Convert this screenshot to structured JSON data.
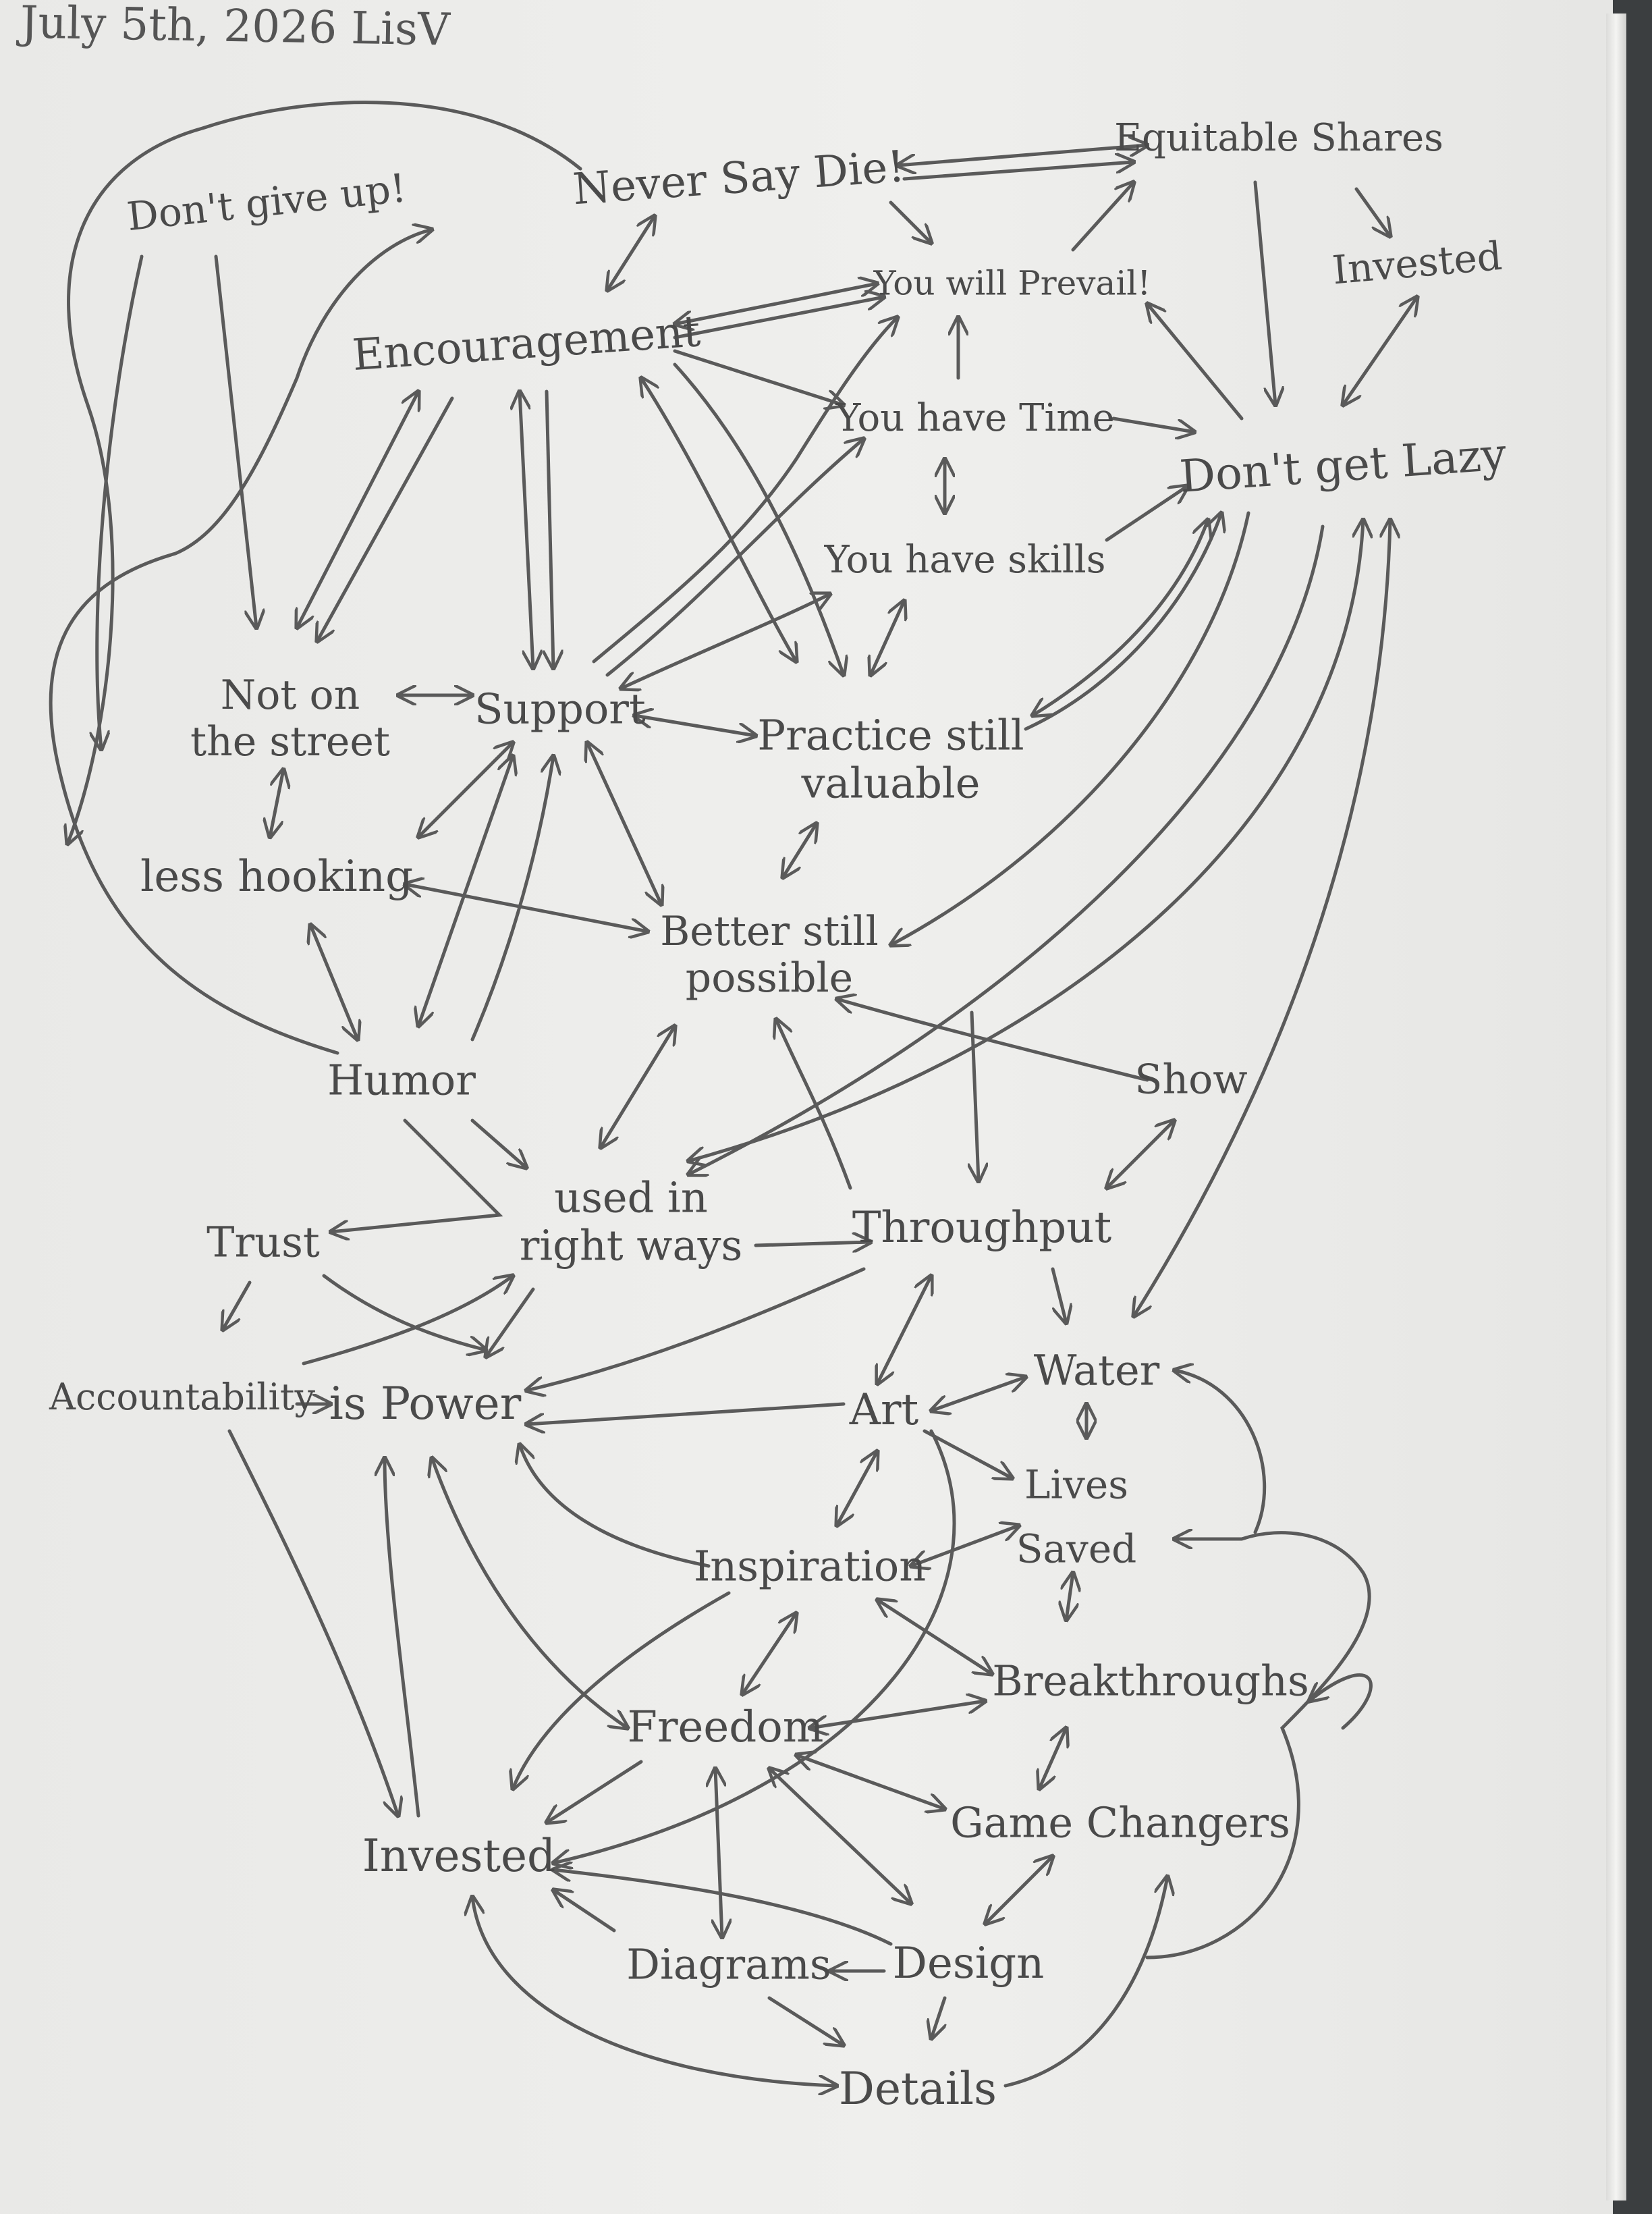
{
  "header": {
    "date": "July 5th, 2026 LisV"
  },
  "nodes": {
    "dont_give_up": "Don't give up!",
    "never_say_die": "Never Say Die!",
    "equitable_shares": "Equitable Shares",
    "invested_top": "Invested",
    "you_will_prevail": "You will Prevail!",
    "encouragement": "Encouragement",
    "you_have_time": "You have Time",
    "dont_get_lazy": "Don't get Lazy",
    "you_have_skills": "You have skills",
    "not_on_the_street_1": "Not on",
    "not_on_the_street_2": "the street",
    "support": "Support",
    "practice_1": "Practice still",
    "practice_2": "valuable",
    "less_hooking": "less hooking",
    "better_1": "Better still",
    "better_2": "possible",
    "humor": "Humor",
    "show": "Show",
    "used_1": "used in",
    "used_2": "right ways",
    "throughput": "Throughput",
    "trust": "Trust",
    "accountability": "Accountability",
    "is_power": "is Power",
    "art": "Art",
    "water": "Water",
    "lives": "Lives",
    "saved": "Saved",
    "inspiration": "Inspiration",
    "breakthroughs": "Breakthroughs",
    "freedom": "Freedom",
    "game_changers": "Game Changers",
    "invested_bottom": "Invested",
    "diagrams": "Diagrams",
    "design": "Design",
    "details": "Details"
  },
  "colors": {
    "paper": "#ededeb",
    "pencil": "#4a4a4a",
    "background": "#3b3e40"
  }
}
